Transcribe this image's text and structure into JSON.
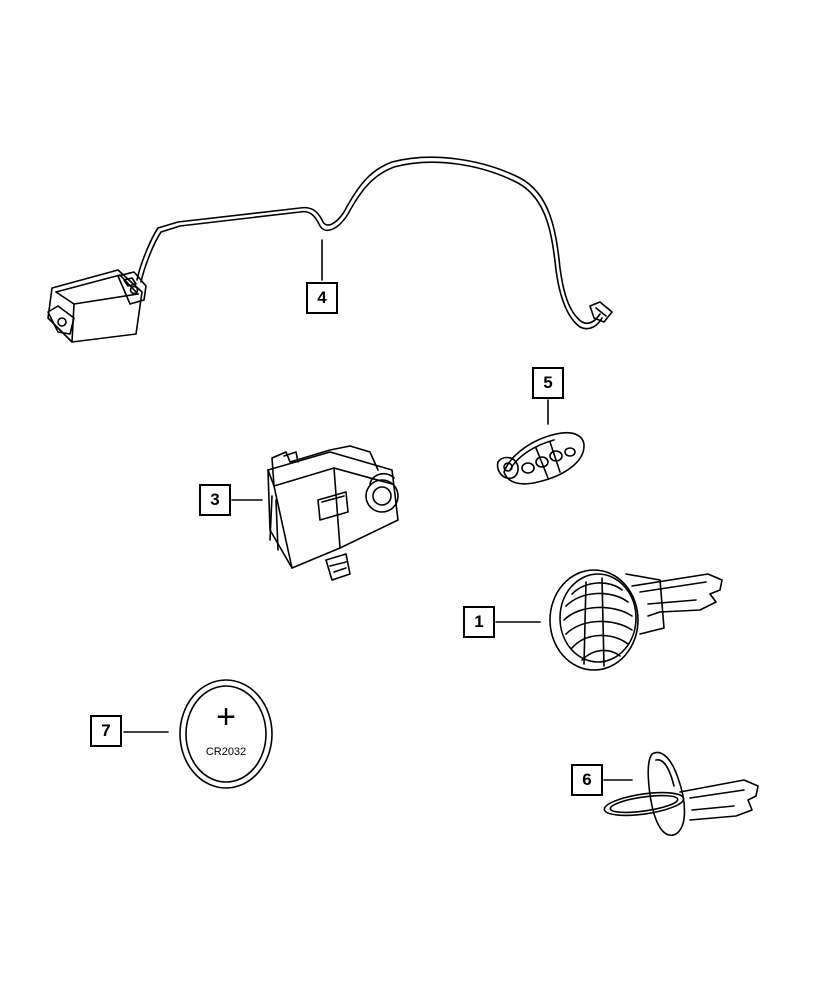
{
  "callouts": [
    {
      "id": "1",
      "label": "1"
    },
    {
      "id": "3",
      "label": "3"
    },
    {
      "id": "4",
      "label": "4"
    },
    {
      "id": "5",
      "label": "5"
    },
    {
      "id": "6",
      "label": "6"
    },
    {
      "id": "7",
      "label": "7"
    }
  ],
  "battery": {
    "symbol": "+",
    "model": "CR2032"
  },
  "colors": {
    "line": "#000000",
    "background": "#ffffff"
  }
}
